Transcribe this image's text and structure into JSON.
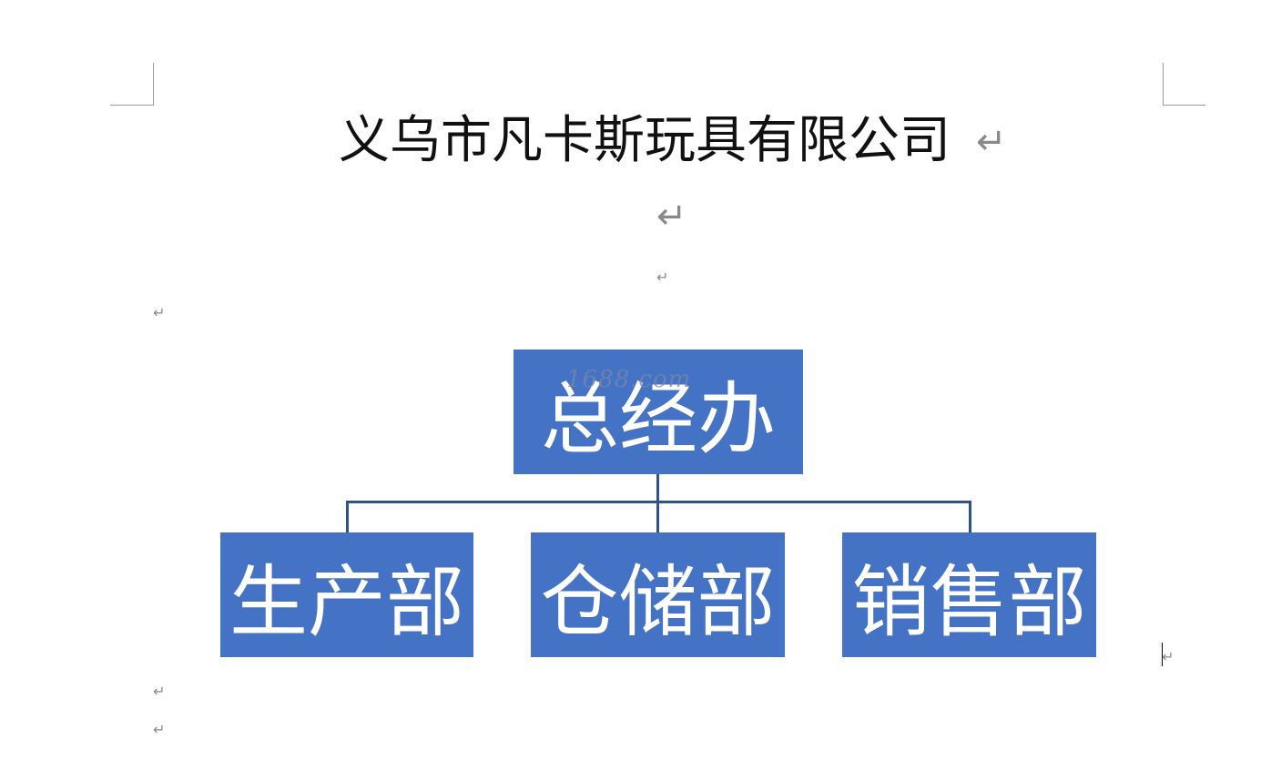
{
  "document": {
    "title": "义乌市凡卡斯玩具有限公司",
    "paragraph_mark": "↵"
  },
  "org_chart": {
    "root": "总经办",
    "children": [
      "生产部",
      "仓储部",
      "销售部"
    ],
    "node_color": "#4472c4",
    "connector_color": "#2f528f",
    "watermark": "1688.com"
  }
}
